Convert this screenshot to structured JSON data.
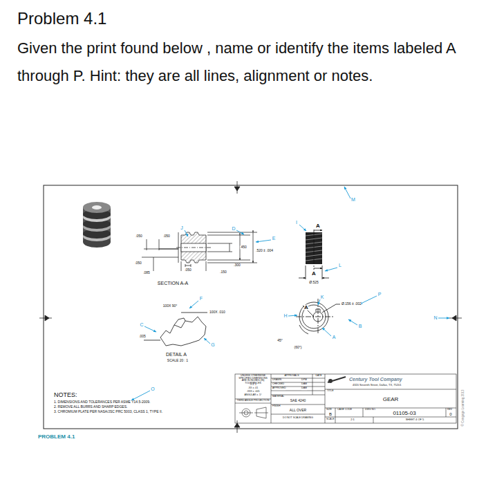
{
  "diagram": {
    "title": "Problem 4.1",
    "caption": "PROBLEM 4.1",
    "labels": [
      "Given the print found below , name or identify the items labeled A through P. Hint: they are all lines, alignment or notes.",
      "J",
      "D",
      "I",
      "A",
      "E",
      "M",
      ".050",
      ".050",
      ".450",
      ".520 ± .004",
      ".050",
      ".085",
      ".050",
      ".300",
      ".150",
      "SECTION A-A",
      "A",
      "L",
      "Ø.525",
      "K",
      "P",
      "Ø.156 ± .002",
      "N",
      "H",
      "A",
      "F",
      "100X 90°",
      "100X .010",
      "C",
      "B",
      "A",
      "45°",
      "(60°)",
      ".005",
      "G",
      "DETAIL A",
      "SCALE 20 : 1",
      "O",
      "NOTES:",
      "1. DIMENSIONS AND TOLERANCES PER ASME Y14.5-2009.",
      "2. REMOVE ALL BURRS AND SHARP EDGES.",
      "3. CHROMIUM PLATE PER NASA/JSC PRC 5003, CLASS 1, TYPE II.",
      "UNLESS OTHERWISE SPECIFIED DIMENSIONS ARE IN INCHES (IN) TOLERANCES",
      ".X ± .1",
      ".XX ± .01",
      ".XXX ± .005",
      "ANGULAR ± .5°",
      "THIRD ANGLE PROJECTION",
      "APPROVALS",
      "DATE",
      "DRAWN",
      "DPM",
      "CHECKED",
      "DAM",
      "APPROVED",
      "DAM",
      "MATERIAL",
      "SAE 4240",
      "FINISH",
      "ALL OVER",
      "DO NOT SCALE DRAWING",
      "Century Tool Company",
      "4320 Seventh Street, Dallas, TX, 75201",
      "TITLE",
      "GEAR",
      "SIZE",
      "B",
      "CAGE CODE",
      "DWG NO.",
      "01105-03",
      "REV",
      "0",
      "SCALE",
      "2:1",
      "SHEET 4 OF 5",
      "© Cengage Learning 2013"
    ]
  }
}
